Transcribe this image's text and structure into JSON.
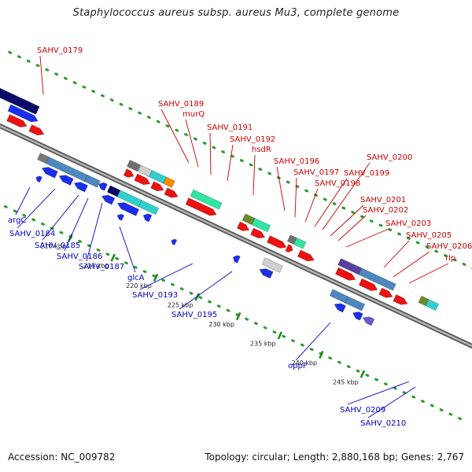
{
  "title": "Staphylococcus aureus subsp. aureus Mu3, complete genome",
  "footer": {
    "accession": "Accession: NC_009782",
    "topology": "Topology: circular; Length: 2,880,168 bp; Genes: 2,767"
  },
  "colors": {
    "forward_label": "#cc0000",
    "reverse_label": "#0000cc",
    "backbone": "#888888",
    "tick_green": "#1a8a1a"
  },
  "ticks": [
    "210 kbp",
    "215 kbp",
    "220 kbp",
    "225 kbp",
    "230 kbp",
    "235 kbp",
    "240 kbp",
    "245 kbp"
  ],
  "forward_labels": [
    "SAHV_0179",
    "SAHV_0189",
    "murQ",
    "SAHV_0191",
    "SAHV_0192",
    "hsdR",
    "SAHV_0196",
    "SAHV_0197",
    "SAHV_0198",
    "SAHV_0200",
    "SAHV_0199",
    "SAHV_0201",
    "SAHV_0202",
    "SAHV_0203",
    "SAHV_0205",
    "SAHV_0206",
    "rlp"
  ],
  "reverse_labels": [
    "argC",
    "SAHV_0184",
    "SAHV_0185",
    "SAHV_0186",
    "SAHV_0187",
    "glcA",
    "SAHV_0193",
    "SAHV_0195",
    "oppF",
    "SAHV_0209",
    "SAHV_0210"
  ]
}
